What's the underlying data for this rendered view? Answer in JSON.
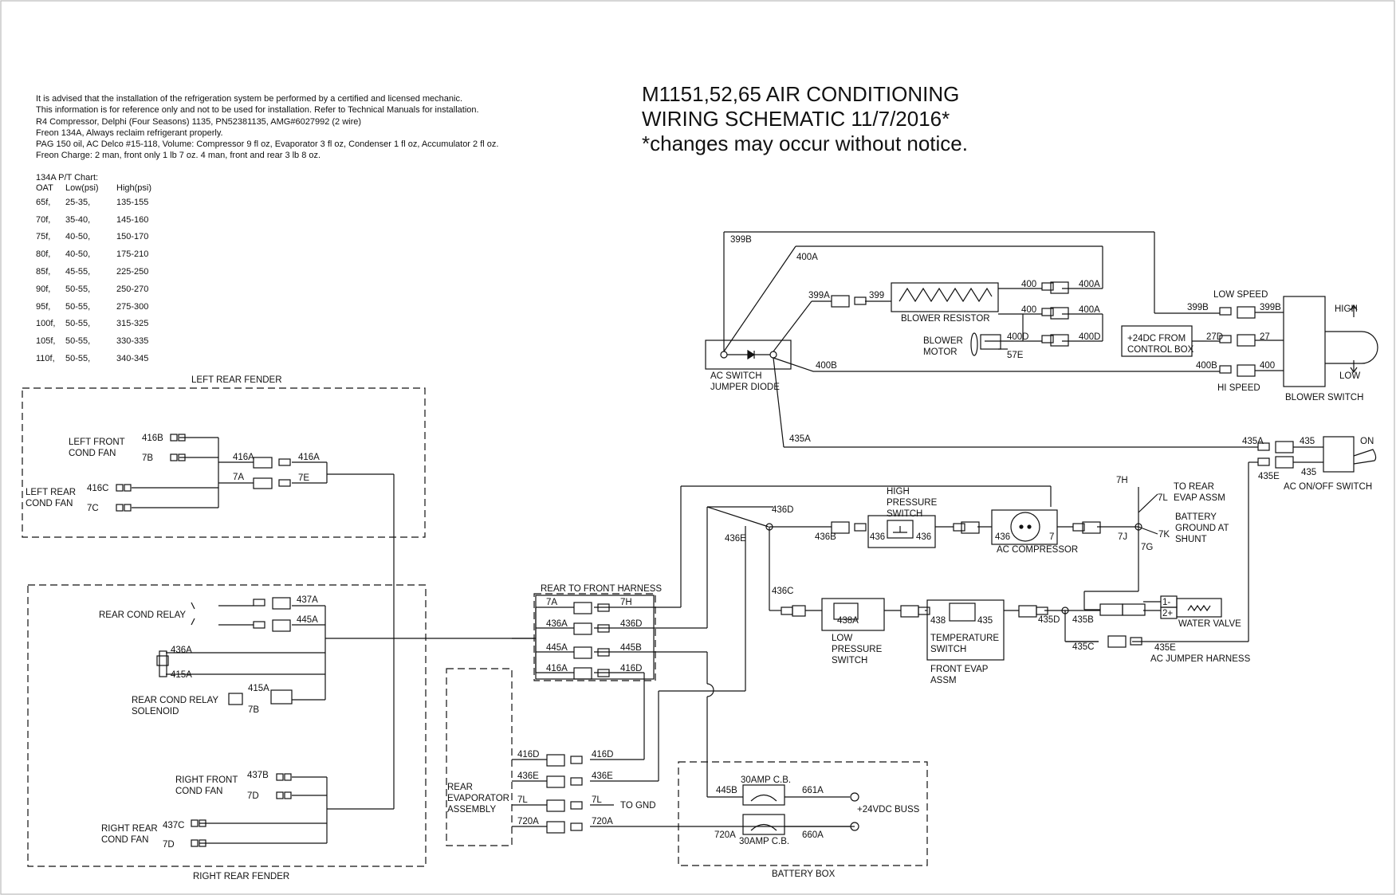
{
  "title": {
    "line1": "M1151,52,65 AIR CONDITIONING",
    "line2": "WIRING SCHEMATIC 11/7/2016*",
    "line3": "*changes may occur without notice."
  },
  "notes": [
    "It is advised that the installation of the refrigeration system be performed by a certified and licensed mechanic.",
    "This information is for reference only and not to be used for installation.  Refer to Technical Manuals for installation.",
    "R4 Compressor, Delphi (Four Seasons) 1135, PN52381135, AMG#6027992 (2 wire)",
    "Freon 134A,  Always reclaim refrigerant properly.",
    "PAG 150 oil, AC Delco #15-118,  Volume: Compressor 9 fl oz, Evaporator 3 fl oz, Condenser 1 fl oz, Accumulator 2 fl oz.",
    "Freon Charge: 2 man, front only 1 lb 7 oz.  4 man, front and rear 3 lb 8 oz."
  ],
  "pt_chart": {
    "caption": "134A P/T Chart:",
    "headers": [
      "OAT",
      "Low(psi)",
      "High(psi)"
    ],
    "rows": [
      [
        "65f,",
        "25-35,",
        "135-155"
      ],
      [
        "70f,",
        "35-40,",
        "145-160"
      ],
      [
        "75f,",
        "40-50,",
        "150-170"
      ],
      [
        "80f,",
        "40-50,",
        "175-210"
      ],
      [
        "85f,",
        "45-55,",
        "225-250"
      ],
      [
        "90f,",
        "50-55,",
        "250-270"
      ],
      [
        "95f,",
        "50-55,",
        "275-300"
      ],
      [
        "100f,",
        "50-55,",
        "315-325"
      ],
      [
        "105f,",
        "50-55,",
        "330-335"
      ],
      [
        "110f,",
        "50-55,",
        "340-345"
      ]
    ]
  },
  "sections": {
    "left_rear_fender": "LEFT REAR FENDER",
    "right_rear_fender": "RIGHT REAR FENDER",
    "battery_box": "BATTERY BOX"
  },
  "components": {
    "left_front_cond_fan": [
      "LEFT FRONT",
      "COND FAN"
    ],
    "left_rear_cond_fan": [
      "LEFT REAR",
      "COND FAN"
    ],
    "rear_cond_relay": "REAR COND RELAY",
    "rear_cond_relay_solenoid": [
      "REAR COND RELAY",
      "SOLENOID"
    ],
    "right_front_cond_fan": [
      "RIGHT FRONT",
      "COND FAN"
    ],
    "right_rear_cond_fan": [
      "RIGHT REAR",
      "COND FAN"
    ],
    "rear_to_front_harness": "REAR TO FRONT HARNESS",
    "rear_evaporator_assembly": [
      "REAR",
      "EVAPORATOR",
      "ASSEMBLY"
    ],
    "to_gnd": "TO GND",
    "breaker_top": "30AMP C.B.",
    "breaker_bottom": "30AMP C.B.",
    "buss": "+24VDC BUSS",
    "blower_resistor": "BLOWER RESISTOR",
    "blower_motor": [
      "BLOWER",
      "MOTOR"
    ],
    "ac_switch_jumper_diode": [
      "AC SWITCH",
      "JUMPER DIODE"
    ],
    "control_box": [
      "+24DC FROM",
      "CONTROL BOX"
    ],
    "low_speed": "LOW SPEED",
    "hi_speed": "HI SPEED",
    "high": "HIGH",
    "low": "LOW",
    "blower_switch": "BLOWER SWITCH",
    "on": "ON",
    "ac_on_off_switch": "AC ON/OFF SWITCH",
    "high_pressure_switch": [
      "HIGH",
      "PRESSURE",
      "SWITCH"
    ],
    "ac_compressor": "AC COMPRESSOR",
    "to_rear_evap_assm": [
      "TO REAR",
      "EVAP ASSM"
    ],
    "battery_ground": [
      "BATTERY",
      "GROUND AT",
      "SHUNT"
    ],
    "low_pressure_switch": [
      "LOW",
      "PRESSURE",
      "SWITCH"
    ],
    "temperature_switch": [
      "TEMPERATURE",
      "SWITCH"
    ],
    "front_evap_assm": [
      "FRONT EVAP",
      "ASSM"
    ],
    "water_valve": "WATER VALVE",
    "ac_jumper_harness": "AC JUMPER HARNESS"
  },
  "wire_labels": {
    "w416B": "416B",
    "w7B_top": "7B",
    "w416A_l": "416A",
    "w416A_r": "416A",
    "w7A": "7A",
    "w7E": "7E",
    "w416C": "416C",
    "w7C": "7C",
    "w437A": "437A",
    "w445A": "445A",
    "w436A": "436A",
    "w415A": "415A",
    "w415A_sol": "415A",
    "w7B_sol": "7B",
    "w437B": "437B",
    "w7D_a": "7D",
    "w437C": "437C",
    "w7D_b": "7D",
    "h7A": "7A",
    "h7H": "7H",
    "h436A": "436A",
    "h436D": "436D",
    "h445A": "445A",
    "h445B": "445B",
    "h416A": "416A",
    "h416D": "416D",
    "e416D_l": "416D",
    "e416D_r": "416D",
    "e436E_l": "436E",
    "e436E_r": "436E",
    "e7L_l": "7L",
    "e7L_r": "7L",
    "e720A_l": "720A",
    "e720A_r": "720A",
    "b445B": "445B",
    "b661A": "661A",
    "b720A": "720A",
    "b660A": "660A",
    "w399B_top": "399B",
    "w400A_diag": "400A",
    "w399A": "399A",
    "w399": "399",
    "w400_1": "400",
    "w400A_1": "400A",
    "w400_2": "400",
    "w400A_2": "400A",
    "w400D_l": "400D",
    "w400D_r": "400D",
    "w57E": "57E",
    "w400B_l": "400B",
    "w399B_l": "399B",
    "w399B_r": "399B",
    "w27D": "27D",
    "w27": "27",
    "w400B_r": "400B",
    "w400_r": "400",
    "w435A_l": "435A",
    "w435A_r": "435A",
    "w435_top": "435",
    "w435_bot": "435",
    "w435E": "435E",
    "w7H": "7H",
    "w7L": "7L",
    "w436D": "436D",
    "w436E": "436E",
    "w436B": "436B",
    "hp436_l": "436",
    "hp436_r": "436",
    "c436": "436",
    "c7": "7",
    "w7J": "7J",
    "w7K": "7K",
    "w7G": "7G",
    "w436C": "436C",
    "lp438A": "438A",
    "ts438": "438",
    "ts435": "435",
    "w435D": "435D",
    "w435B": "435B",
    "w435C": "435C",
    "w435E_jh": "435E",
    "wv1": "1-",
    "wv2": "2+"
  }
}
